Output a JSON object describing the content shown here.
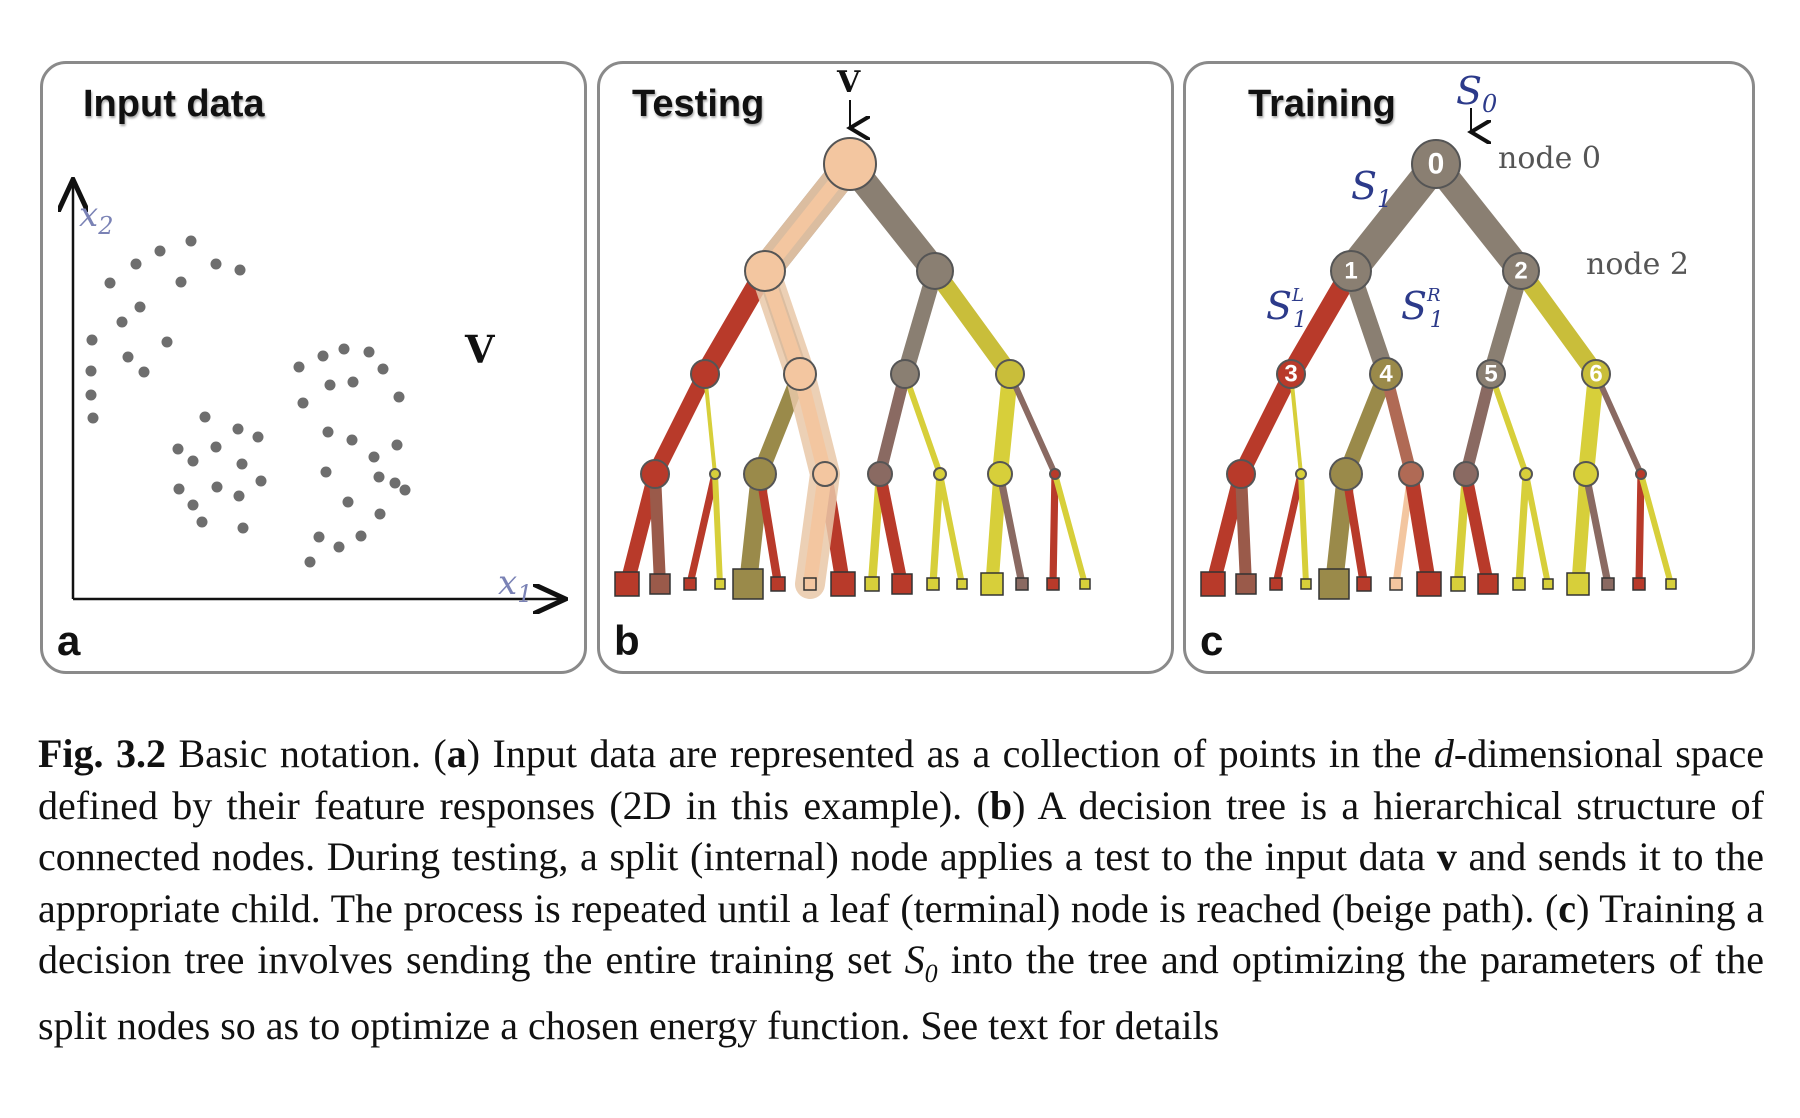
{
  "panels": {
    "a": {
      "title": "Input data",
      "letter": "a",
      "x_axis": "x",
      "x_sub": "1",
      "y_axis": "x",
      "y_sub": "2",
      "point_label": "V"
    },
    "b": {
      "title": "Testing",
      "letter": "b",
      "input_label": "V"
    },
    "c": {
      "title": "Training",
      "letter": "c",
      "root_set": "S",
      "root_set_sub": "0",
      "split_set": "S",
      "split_set_sub": "1",
      "left_set": "S",
      "left_set_sup": "L",
      "left_set_sub": "1",
      "right_set": "S",
      "right_set_sup": "R",
      "right_set_sub": "1",
      "node_labels": {
        "n0": "node 0",
        "n2": "node 2"
      },
      "node_numbers": [
        "0",
        "1",
        "2",
        "3",
        "4",
        "5",
        "6"
      ]
    }
  },
  "caption": {
    "fig_label": "Fig. 3.2",
    "p0": " Basic notation. (",
    "a": "a",
    "p1": ") Input data are represented as a collection of points in the ",
    "d": "d",
    "p2": "-dimensional space defined by their feature responses (2D in this example). (",
    "b": "b",
    "p3": ") A decision tree is a hierarchical structure of connected nodes. During testing, a split (internal) node applies a test to the input data ",
    "v": "v",
    "p4": " and sends it to the appropriate child. The process is repeated until a leaf (terminal) node is reached (beige path). (",
    "c": "c",
    "p5": ") Training a decision tree involves sending the entire training set ",
    "s0": "S",
    "s0_sub": "0",
    "p6": " into the tree and optimizing the parameters of the split nodes so as to optimize a chosen energy function. See text for details"
  },
  "colors": {
    "panel_border": "#8a8a8a",
    "dot": "#6e6e6e",
    "gray_branch": "#8a7f72",
    "red_branch": "#b83a2a",
    "olive_branch": "#9a8a4a",
    "yellow_branch": "#d7cf3a",
    "path_beige": "#f3c6a0",
    "math_blue": "#2c3a8a"
  }
}
